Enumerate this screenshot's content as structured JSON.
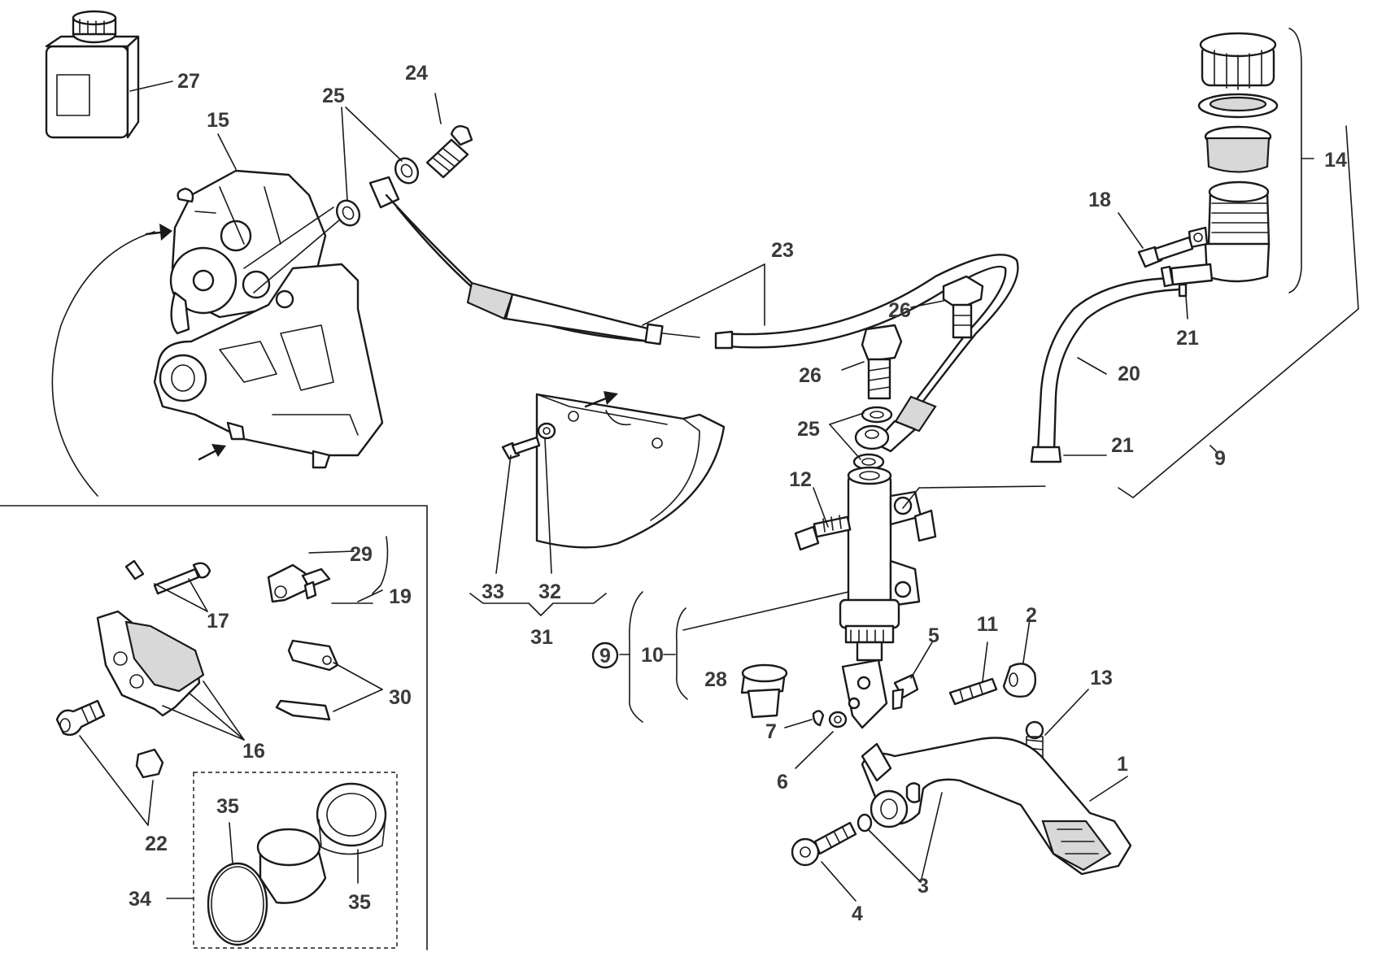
{
  "labels": {
    "p1": "1",
    "p2": "2",
    "p3": "3",
    "p4": "4",
    "p5": "5",
    "p6": "6",
    "p7": "7",
    "p9a": "9",
    "p9b": "9",
    "p10": "10",
    "p11": "11",
    "p12": "12",
    "p13": "13",
    "p14": "14",
    "p15": "15",
    "p16": "16",
    "p17": "17",
    "p18": "18",
    "p19": "19",
    "p20": "20",
    "p21a": "21",
    "p21b": "21",
    "p22": "22",
    "p23": "23",
    "p24": "24",
    "p25a": "25",
    "p25b": "25",
    "p26a": "26",
    "p26b": "26",
    "p27": "27",
    "p28": "28",
    "p29": "29",
    "p30": "30",
    "p31": "31",
    "p32": "32",
    "p33": "33",
    "p34": "34",
    "p35a": "35",
    "p35b": "35"
  },
  "icons": [
    "fluid-bottle-icon",
    "brake-caliper-icon",
    "brake-hose-icon",
    "master-cylinder-icon",
    "reservoir-icon",
    "brake-pedal-icon",
    "brake-pad-icon",
    "piston-icon",
    "seal-ring-icon",
    "chain-guard-icon"
  ]
}
